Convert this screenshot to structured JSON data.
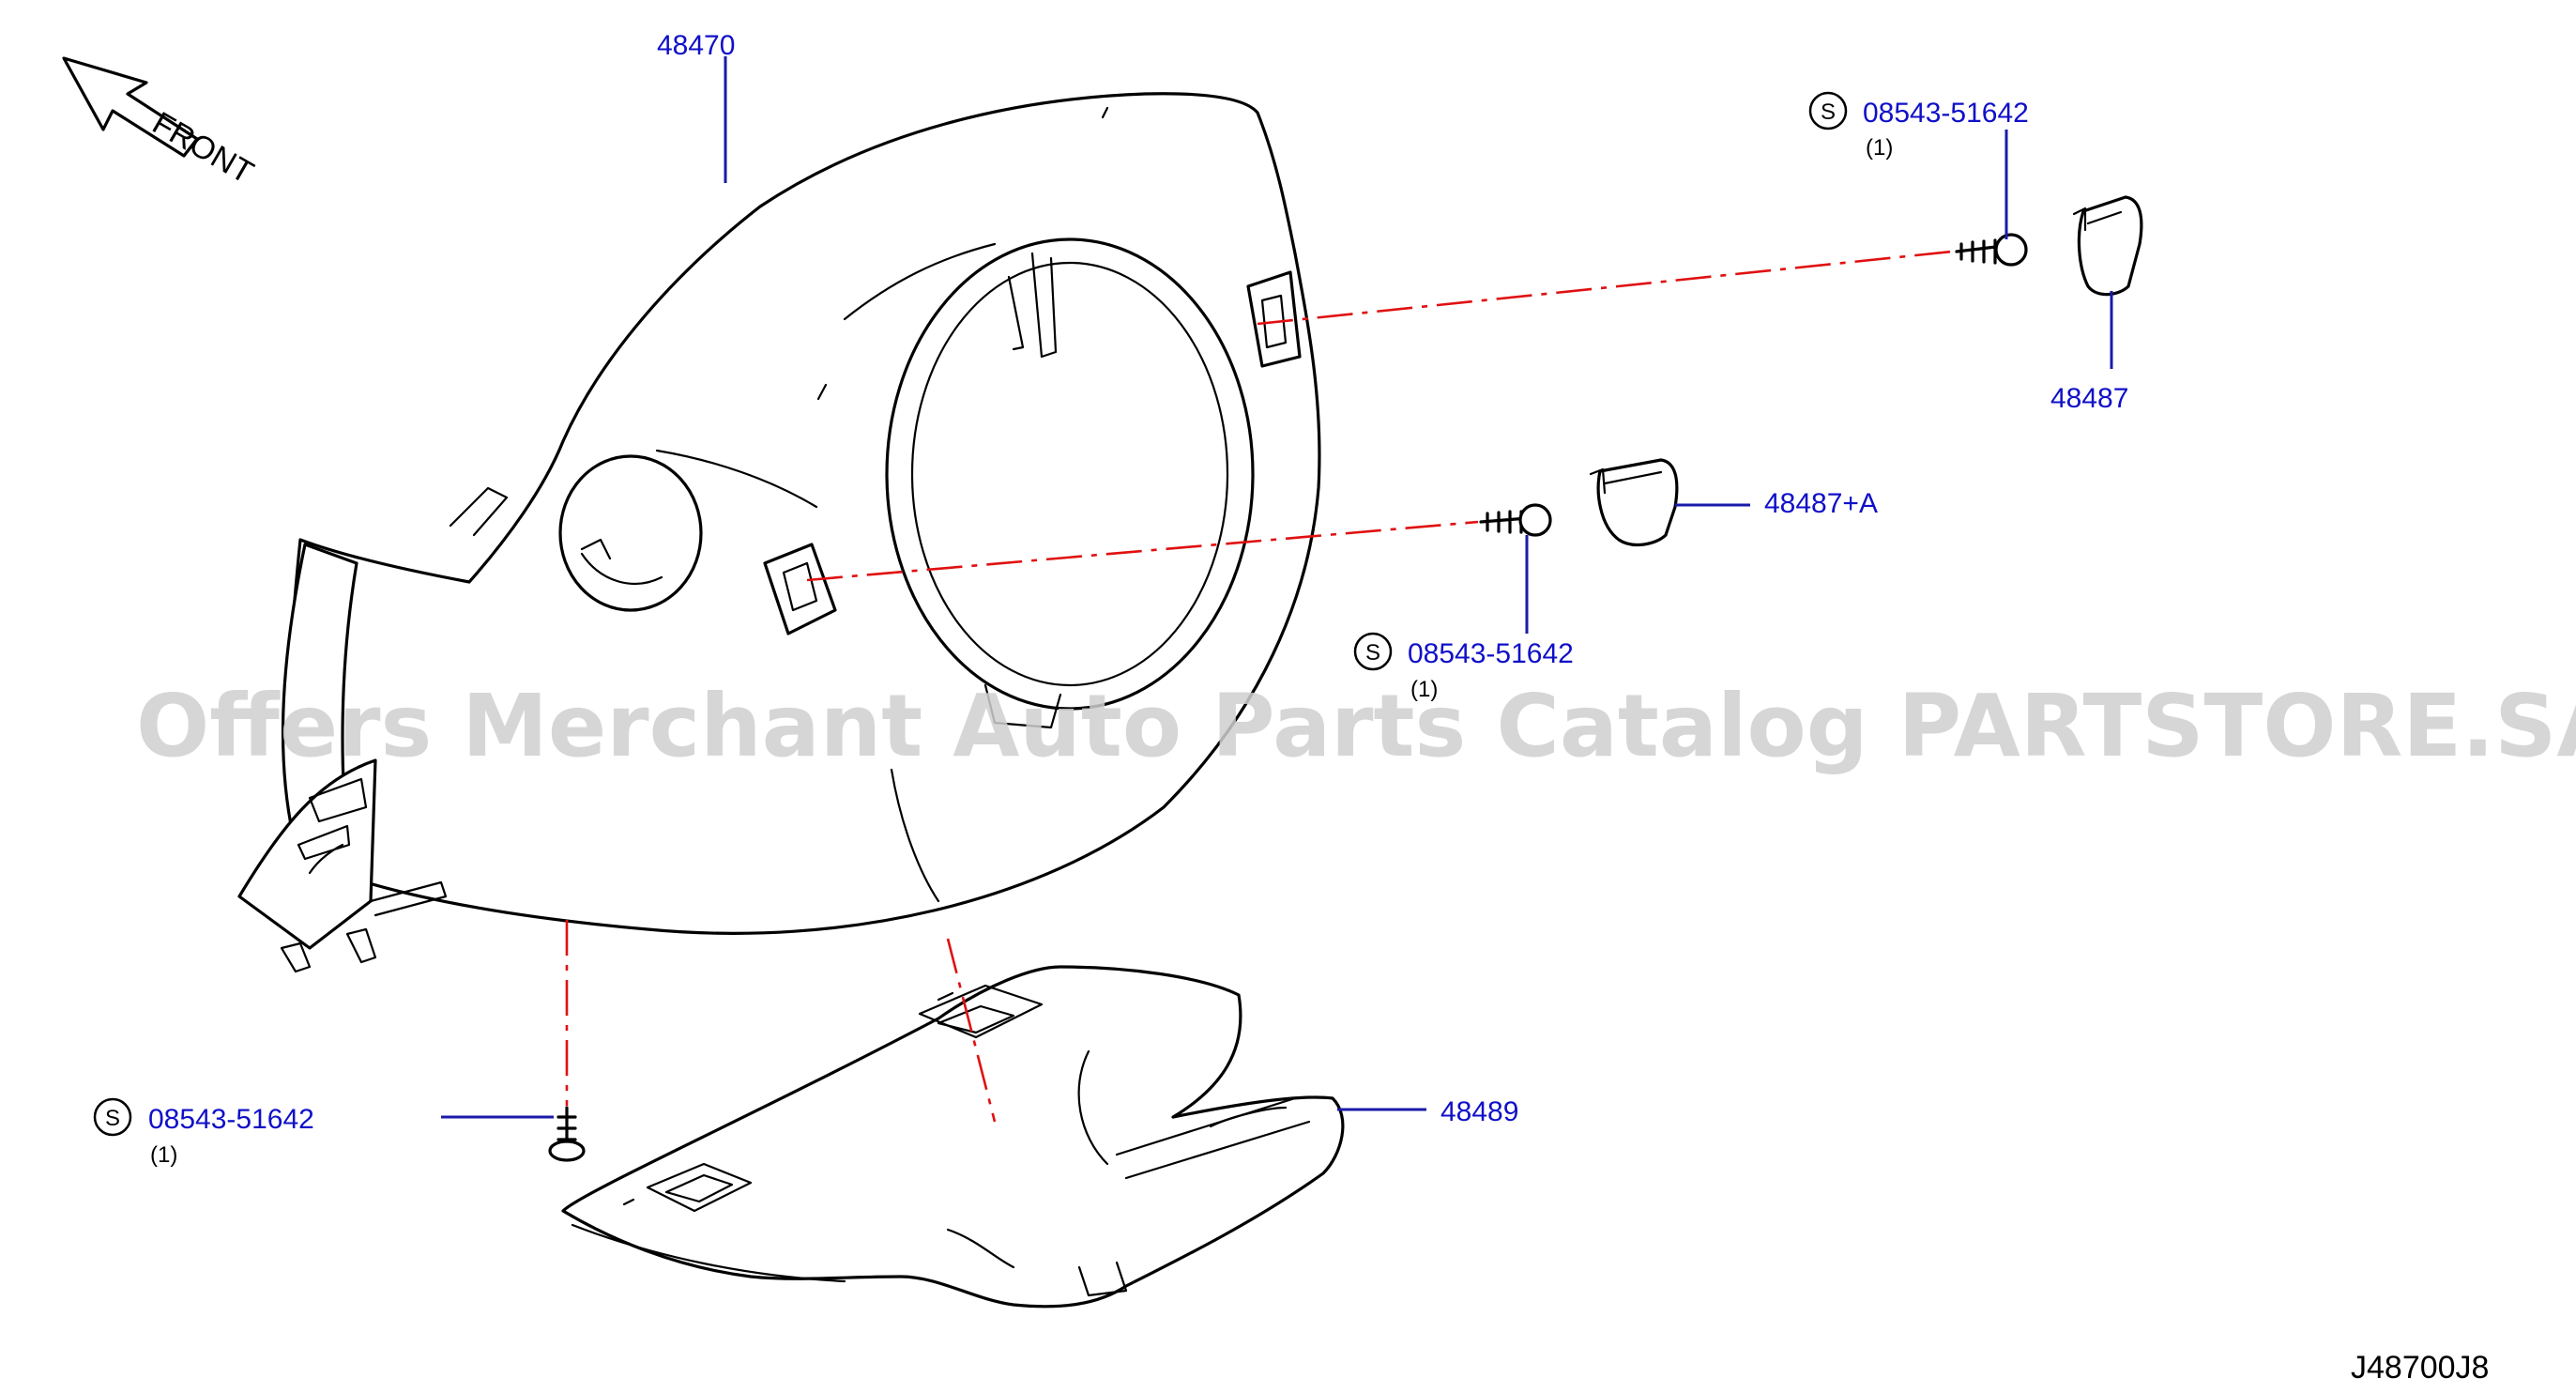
{
  "front_label": "FRONT",
  "diagram_code": "J48700J8",
  "watermark": "Offers Merchant Auto Parts Catalog PARTSTORE.SA",
  "std_symbol": "S",
  "callouts": {
    "upper_cover": "48470",
    "lower_cover": "48489",
    "cap_right": "48487",
    "cap_left": "48487+A",
    "screw_top": {
      "part": "08543-51642",
      "qty": "(1)"
    },
    "screw_mid": {
      "part": "08543-51642",
      "qty": "(1)"
    },
    "screw_bottom": {
      "part": "08543-51642",
      "qty": "(1)"
    }
  },
  "colors": {
    "callout_text": "#1010c8",
    "leader": "#1a1aa8",
    "centerline": "#e01010"
  }
}
